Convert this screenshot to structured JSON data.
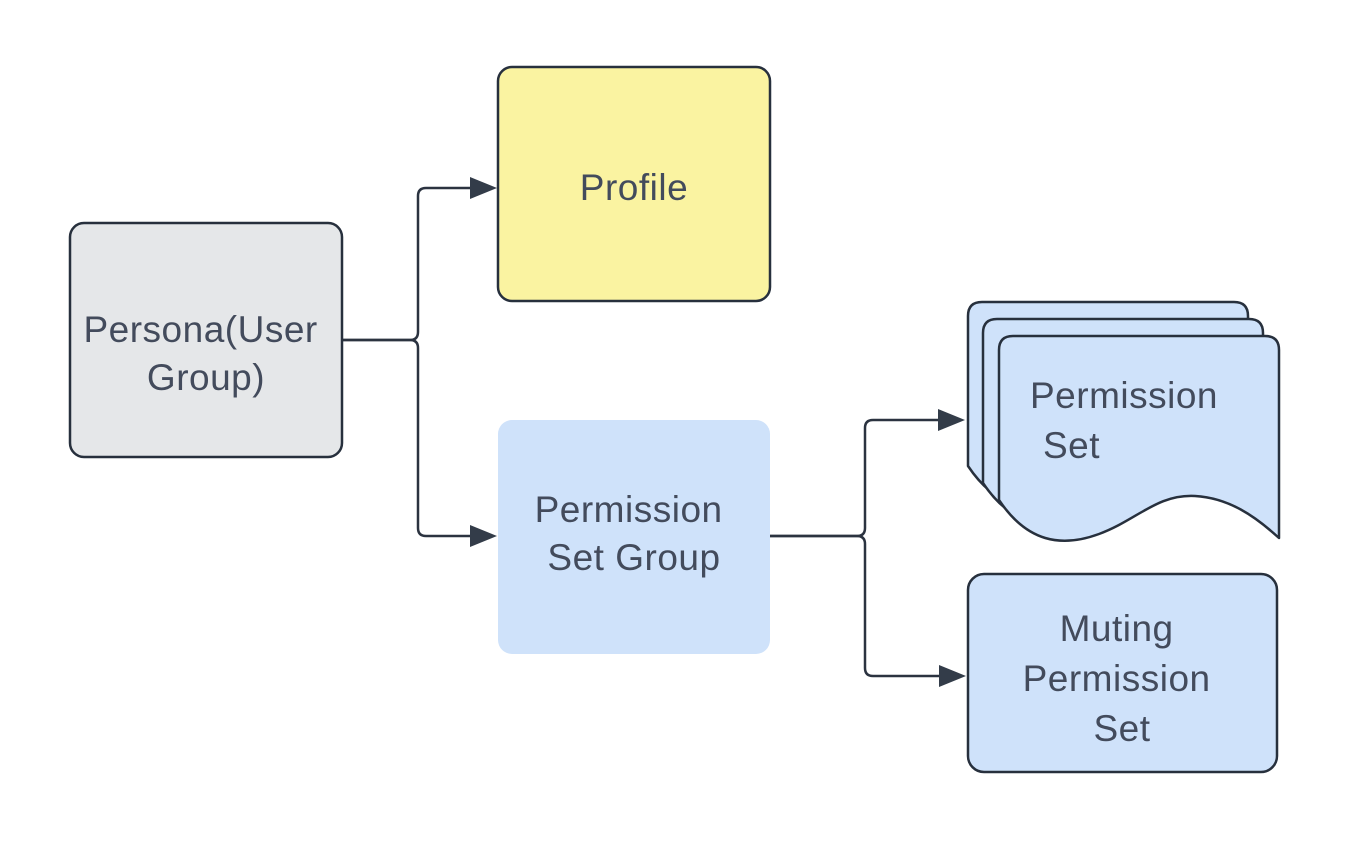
{
  "diagram": {
    "type": "flowchart",
    "colors": {
      "background": "#ffffff",
      "outline": "#27303d",
      "connector": "#2b3340",
      "text": "#434b5c",
      "node_gray": "#e5e7e9",
      "node_yellow": "#faf3a1",
      "node_blue": "#cfe2fa"
    },
    "nodes": {
      "persona": {
        "label": "Persona(User Group)",
        "lines": [
          "Persona(User",
          "Group)"
        ],
        "shape": "rounded-rectangle",
        "fill": "#e5e7e9",
        "bordered": true
      },
      "profile": {
        "label": "Profile",
        "lines": [
          "Profile"
        ],
        "shape": "rounded-rectangle",
        "fill": "#faf3a1",
        "bordered": true
      },
      "permission_set_group": {
        "label": "Permission Set Group",
        "lines": [
          "Permission",
          "Set Group"
        ],
        "shape": "rounded-rectangle",
        "fill": "#cfe2fa",
        "bordered": false
      },
      "permission_set": {
        "label": "Permission Set",
        "lines": [
          "Permission",
          "Set"
        ],
        "shape": "stacked-documents",
        "stack_count": 3,
        "fill": "#cfe2fa",
        "bordered": true
      },
      "muting_permission_set": {
        "label": "Muting Permission Set",
        "lines": [
          "Muting",
          "Permission",
          "Set"
        ],
        "shape": "rounded-rectangle",
        "fill": "#cfe2fa",
        "bordered": true
      }
    },
    "edges": [
      {
        "from": "Persona(User Group)",
        "to": "Profile",
        "style": "elbow-arrow"
      },
      {
        "from": "Persona(User Group)",
        "to": "Permission Set Group",
        "style": "elbow-arrow"
      },
      {
        "from": "Permission Set Group",
        "to": "Permission Set",
        "style": "elbow-arrow"
      },
      {
        "from": "Permission Set Group",
        "to": "Muting Permission Set",
        "style": "elbow-arrow"
      }
    ]
  }
}
